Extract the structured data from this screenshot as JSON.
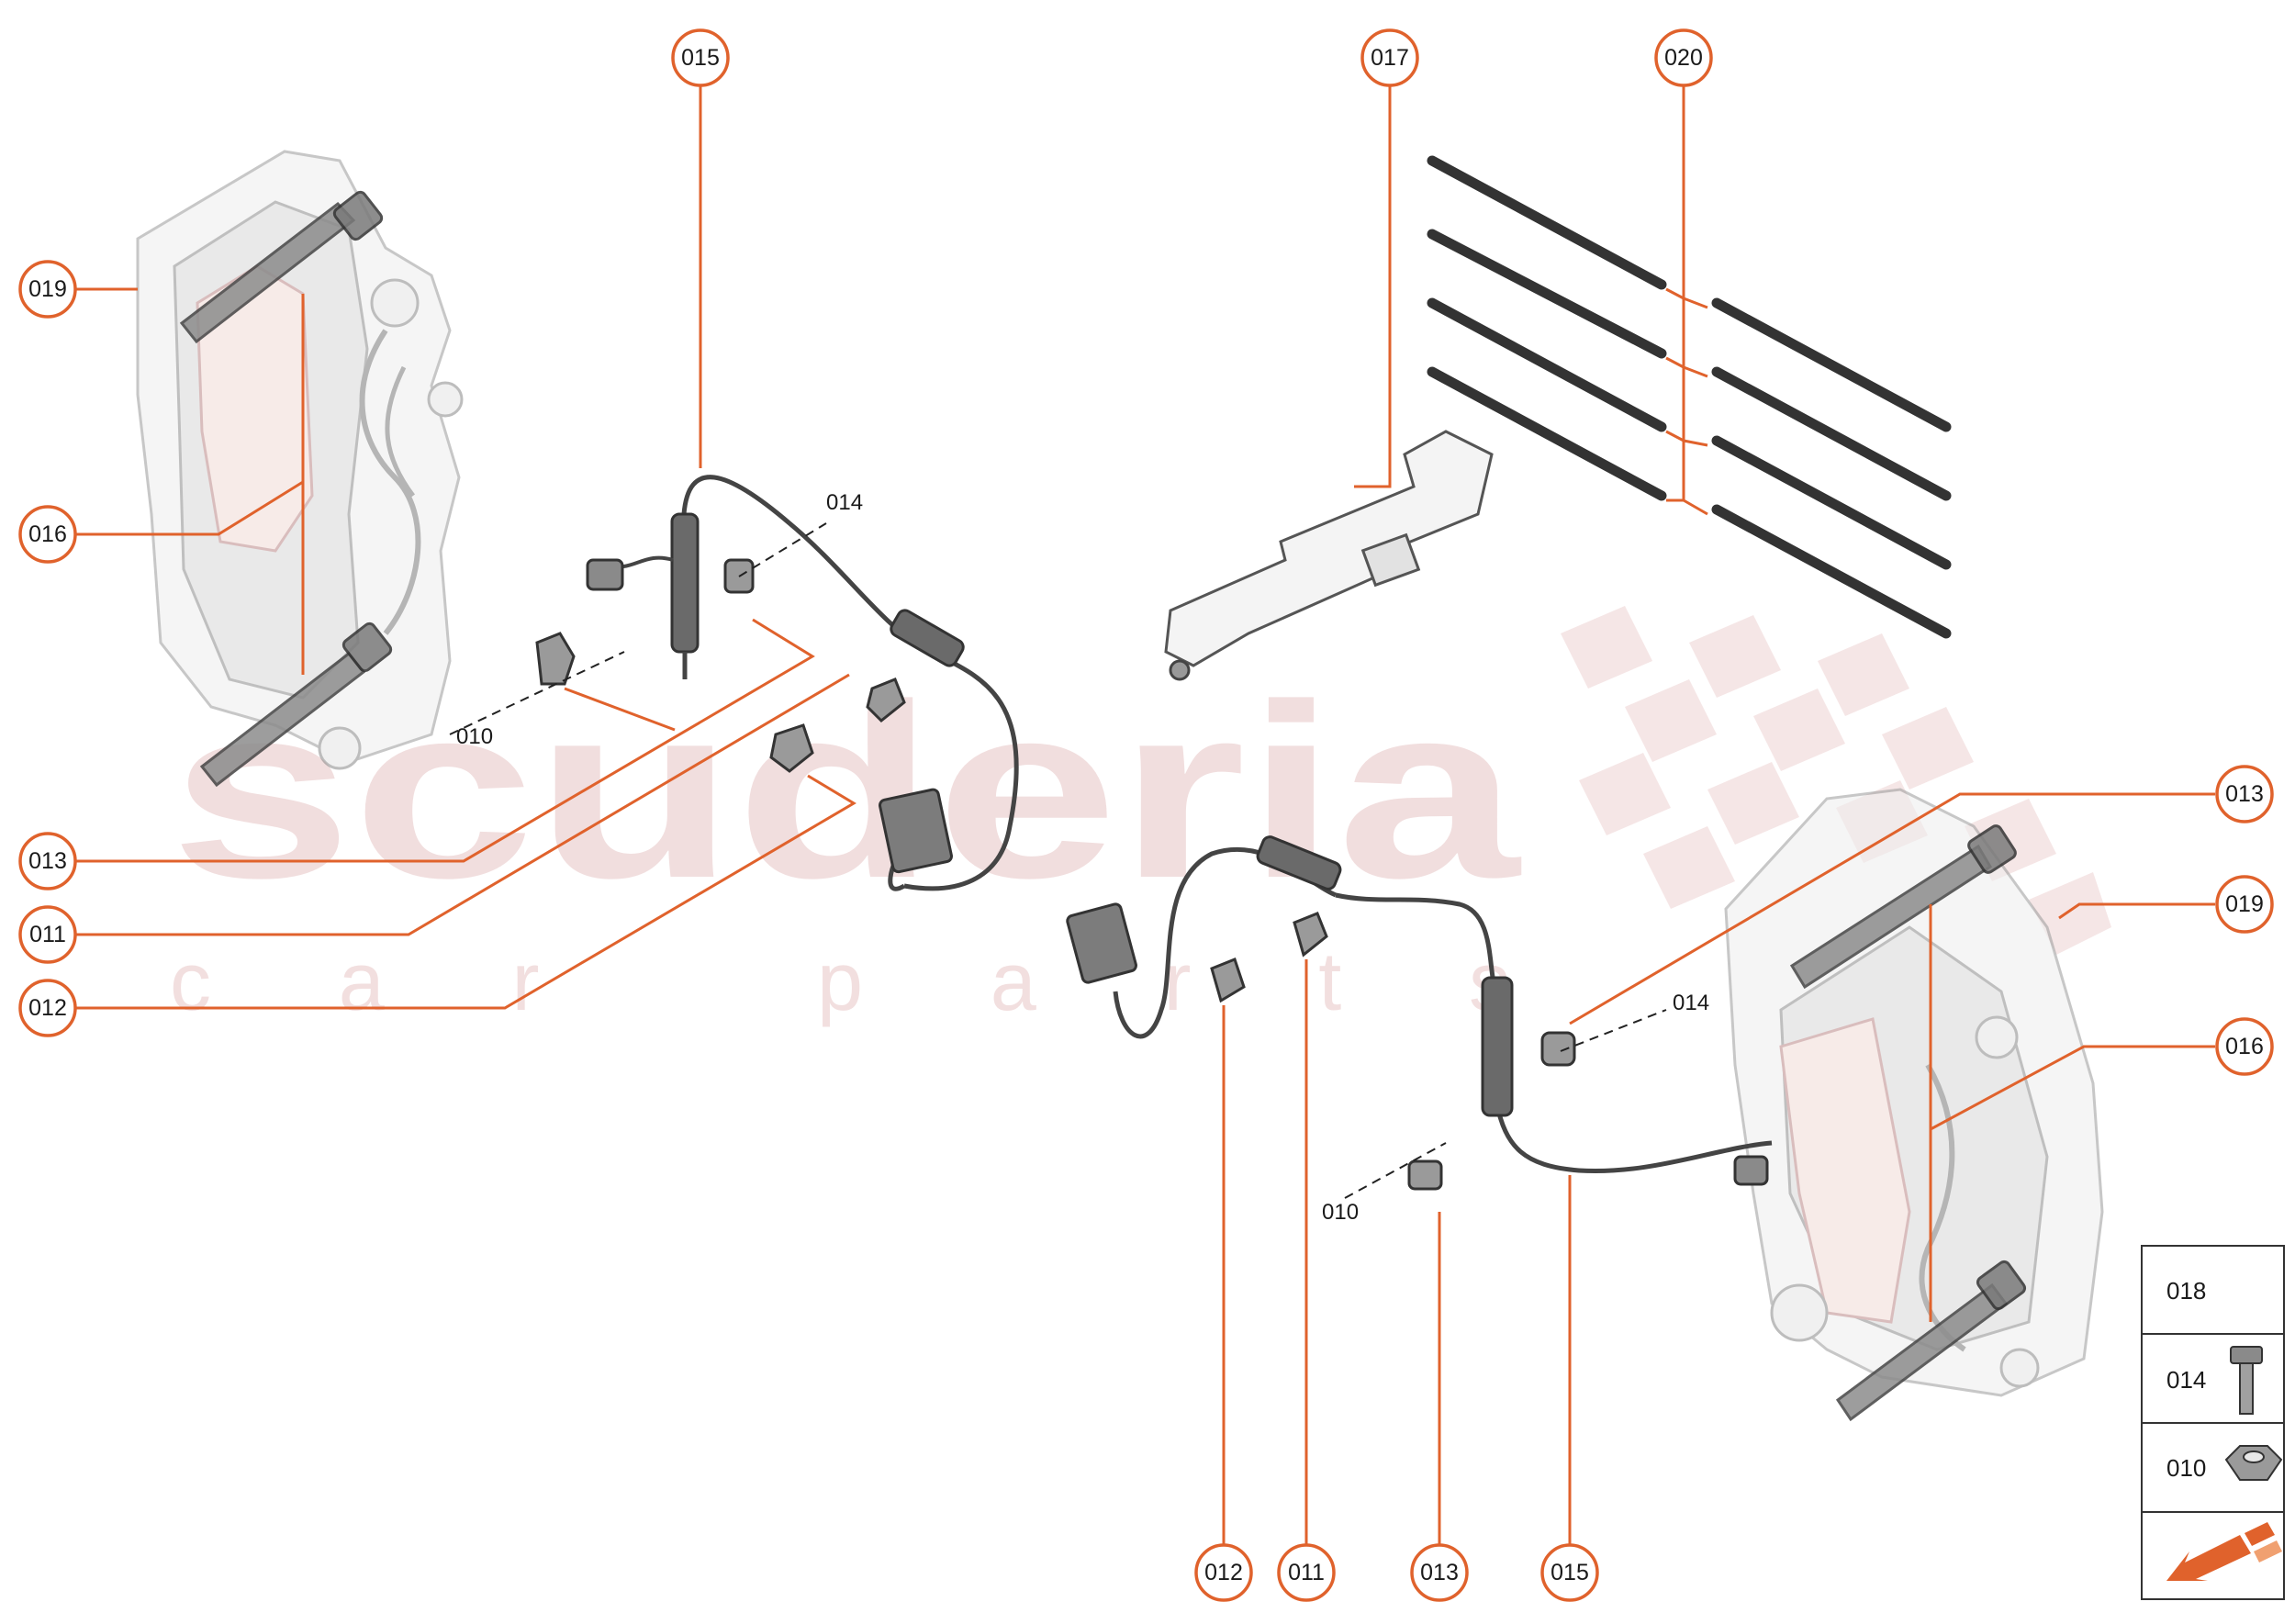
{
  "diagram": {
    "accent_color": "#e0622c",
    "watermark": {
      "brand": "scuderia",
      "sub": "car parts"
    },
    "callouts": {
      "c015_top": "015",
      "c017": "017",
      "c020": "020",
      "c019_left": "019",
      "c016_left": "016",
      "c013_left": "013",
      "c011_left": "011",
      "c012_left": "012",
      "c013_right": "013",
      "c019_right": "019",
      "c016_right": "016",
      "c012_bottom": "012",
      "c011_bottom": "011",
      "c013_bottom": "013",
      "c015_bottom": "015"
    },
    "plain_labels": {
      "l014_left": "014",
      "l010_left": "010",
      "l014_right": "014",
      "l010_right": "010"
    },
    "legend": {
      "rows": [
        {
          "label": "018",
          "icon": "none"
        },
        {
          "label": "014",
          "icon": "bolt-icon"
        },
        {
          "label": "010",
          "icon": "nut-icon"
        }
      ],
      "arrow_icon": "direction-arrow-icon"
    }
  }
}
